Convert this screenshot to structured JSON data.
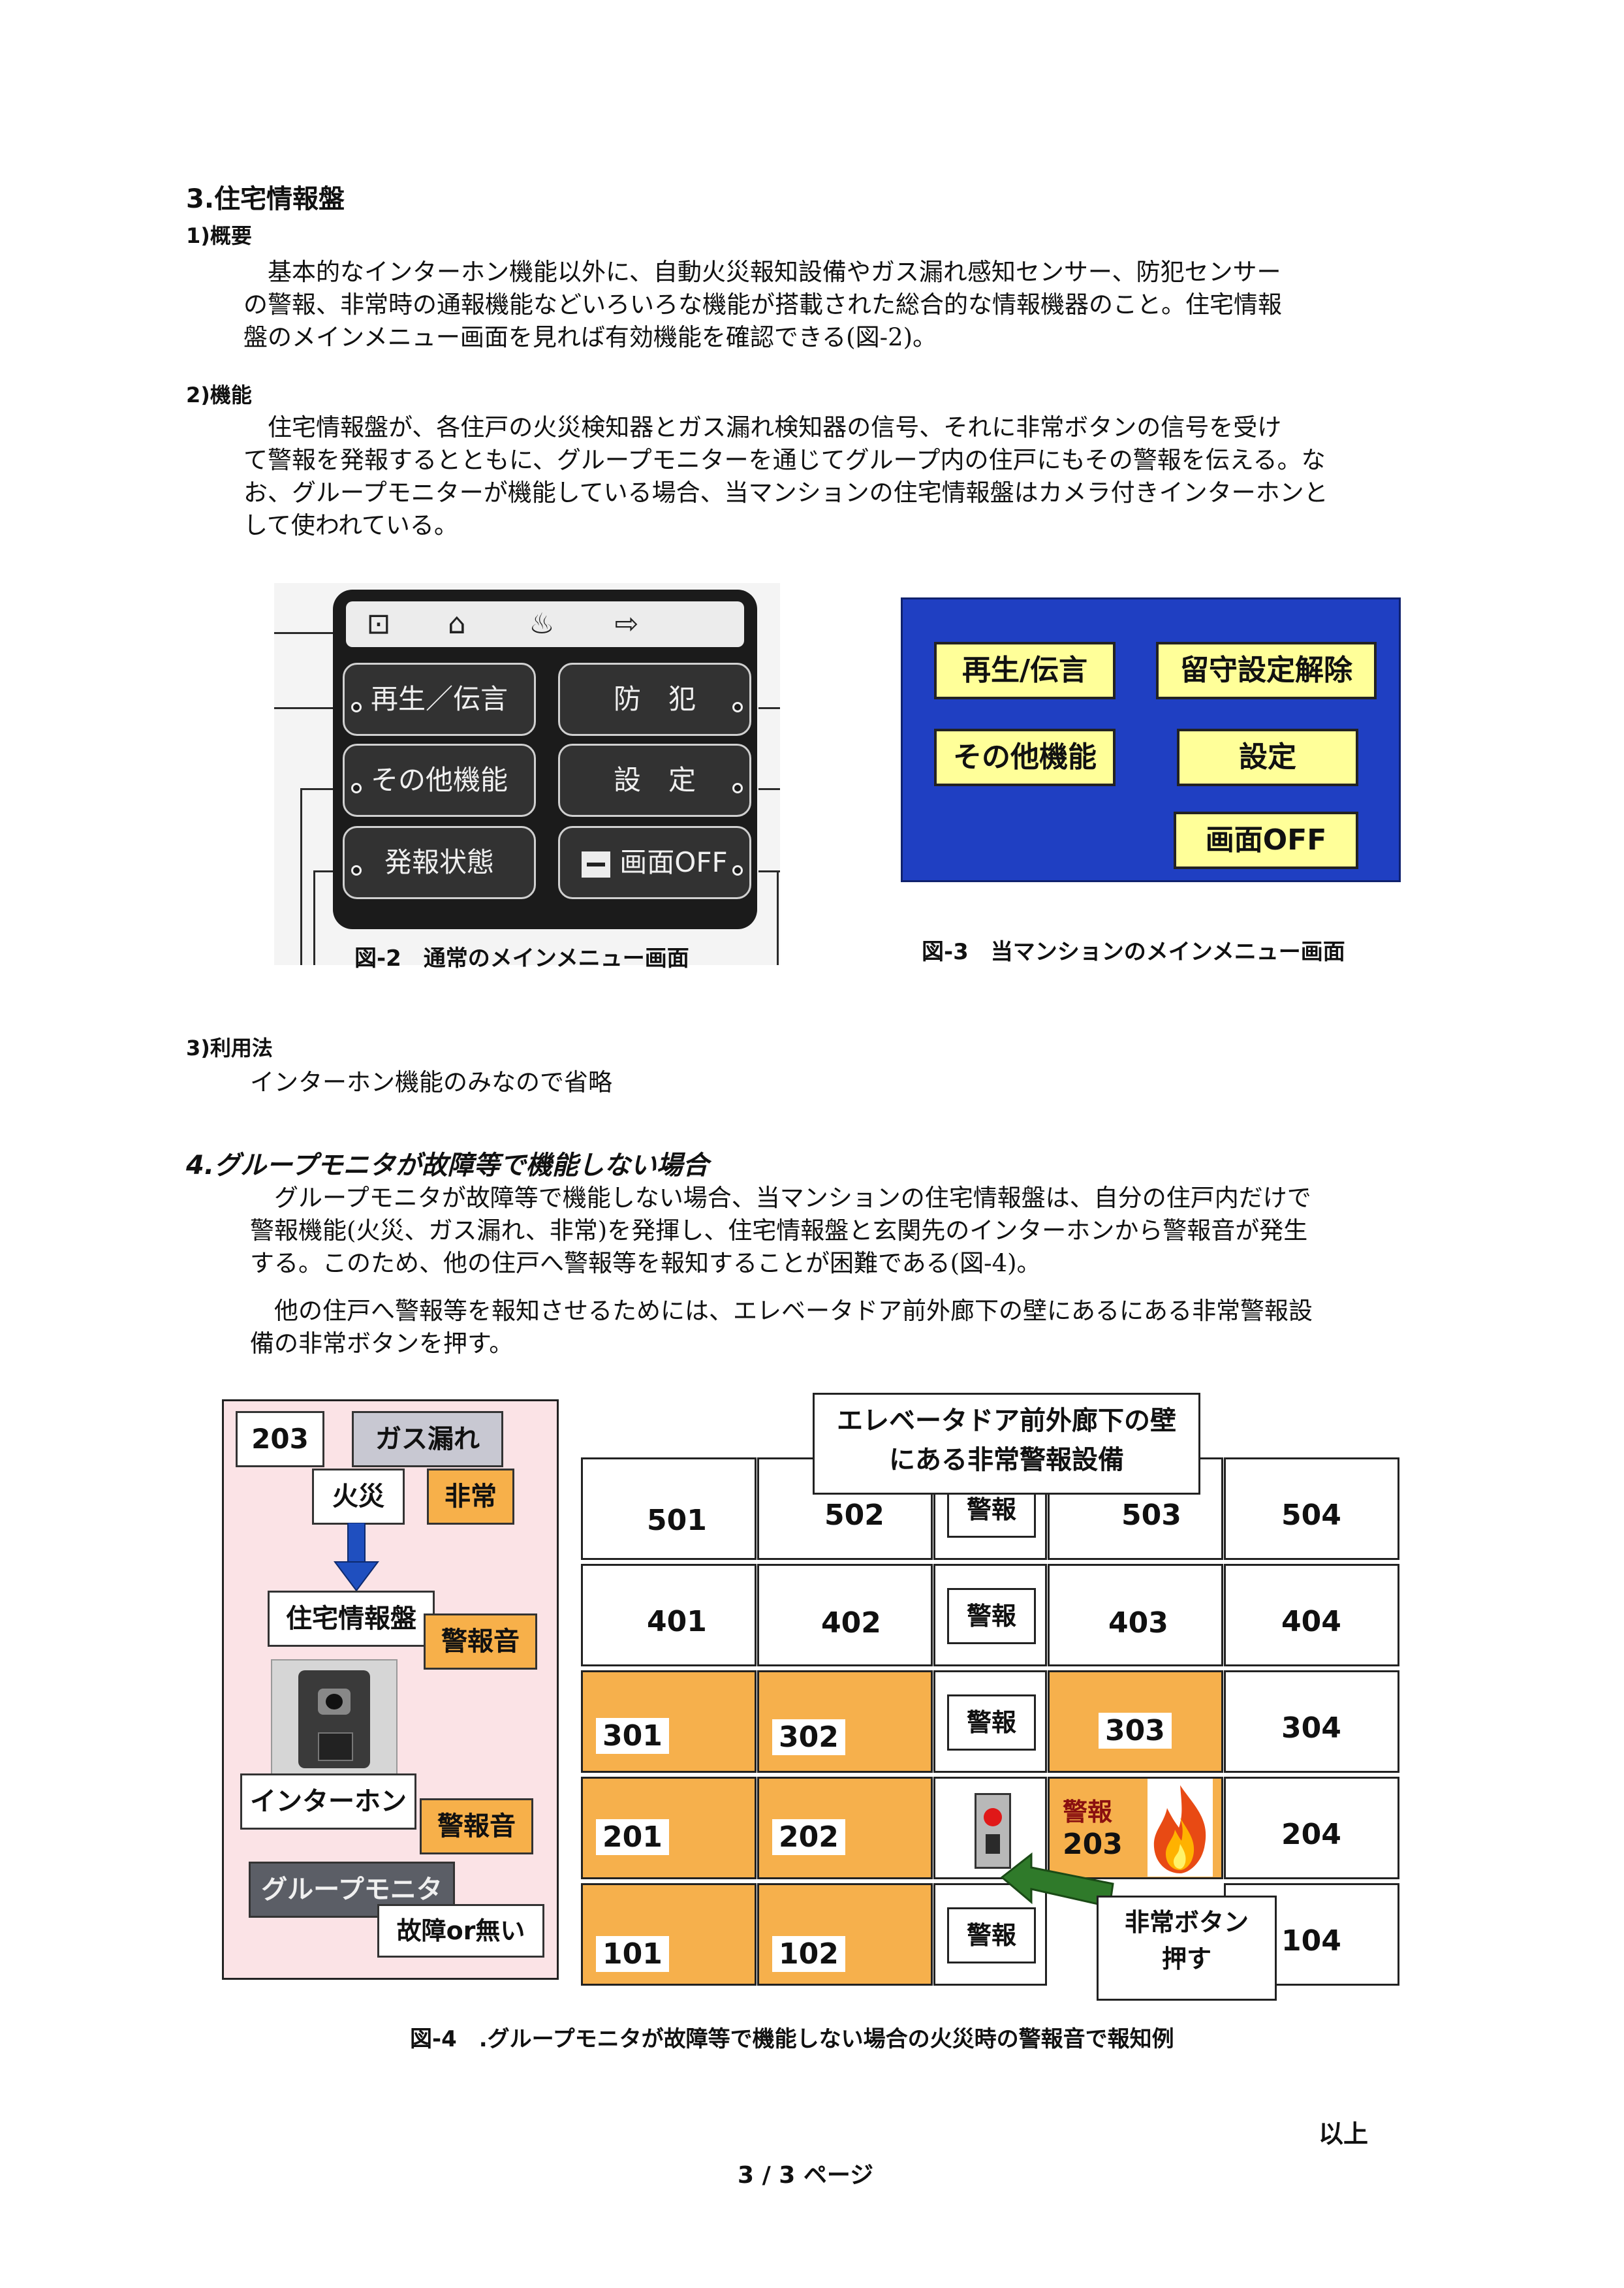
{
  "section3": {
    "title": "3.住宅情報盤",
    "s1": {
      "title": "1)概要",
      "lines": [
        "　基本的なインターホン機能以外に、自動火災報知設備やガス漏れ感知センサー、防犯センサー",
        "の警報、非常時の通報機能などいろいろな機能が搭載された総合的な情報機器のこと。住宅情報",
        "盤のメインメニュー画面を見れば有効機能を確認できる(図-2)。"
      ]
    },
    "s2": {
      "title": "2)機能",
      "lines": [
        "　住宅情報盤が、各住戸の火災検知器とガス漏れ検知器の信号、それに非常ボタンの信号を受け",
        "て警報を発報するとともに、グループモニターを通じてグループ内の住戸にもその警報を伝える。な",
        "お、グループモニターが機能している場合、当マンションの住宅情報盤はカメラ付きインターホンと",
        "して使われている。"
      ]
    },
    "s3": {
      "title": "3)利用法",
      "text": "インターホン機能のみなので省略"
    }
  },
  "fig2": {
    "buttons": {
      "play": "再生／伝言",
      "security": "防　犯",
      "other": "その他機能",
      "settings": "設　定",
      "alarm_status": "発報状態",
      "screen_off": "画面OFF"
    },
    "caption": "図-2　通常のメインメニュー画面"
  },
  "fig3": {
    "buttons": {
      "play": "再生/伝言",
      "absence": "留守設定解除",
      "other": "その他機能",
      "settings": "設定",
      "screen_off": "画面OFF"
    },
    "caption": "図-3　当マンションのメインメニュー画面"
  },
  "section4": {
    "title": "4.グループモニタが故障等で機能しない場合",
    "p1": [
      "　グループモニタが故障等で機能しない場合、当マンションの住宅情報盤は、自分の住戸内だけで",
      "警報機能(火災、ガス漏れ、非常)を発揮し、住宅情報盤と玄関先のインターホンから警報音が発生",
      "する。このため、他の住戸へ警報等を報知することが困難である(図-4)。"
    ],
    "p2": [
      "　他の住戸へ警報等を報知させるためには、エレベータドア前外廊下の壁にあるにある非常警報設",
      "備の非常ボタンを押す。"
    ]
  },
  "fig4": {
    "left": {
      "unit": "203",
      "gas": "ガス漏れ",
      "fire": "火災",
      "emergency": "非常",
      "panel": "住宅情報盤",
      "alarm1": "警報音",
      "intercom": "インターホン",
      "alarm2": "警報音",
      "group_monitor": "グループモニタ",
      "broken": "故障or無い"
    },
    "callout_top": [
      "エレベータドア前外廊下の壁",
      "にある非常警報設備"
    ],
    "rooms": {
      "r501": "501",
      "r502": "502",
      "r503": "503",
      "r504": "504",
      "r401": "401",
      "r402": "402",
      "r403": "403",
      "r404": "404",
      "r301": "301",
      "r302": "302",
      "r303": "303",
      "r304": "304",
      "r201": "201",
      "r202": "202",
      "r203": "203",
      "r204": "204",
      "r101": "101",
      "r102": "102",
      "r104": "104"
    },
    "keiho": "警報",
    "room203_alarm": "警報",
    "callout_button": [
      "非常ボタン",
      "押す"
    ],
    "caption": "図-4　.グループモニタが故障等で機能しない場合の火災時の警報音で報知例"
  },
  "footer": {
    "end": "以上",
    "page": "3 / 3 ページ"
  },
  "colors": {
    "fig3_bg": "#1f3fc2",
    "fig3_button": "#ffff99",
    "alert_orange": "#f6b04c",
    "fig4_left_bg": "#fbe3e6",
    "arrow_blue": "#1f4fbf",
    "arrow_green": "#2f7a2a"
  }
}
